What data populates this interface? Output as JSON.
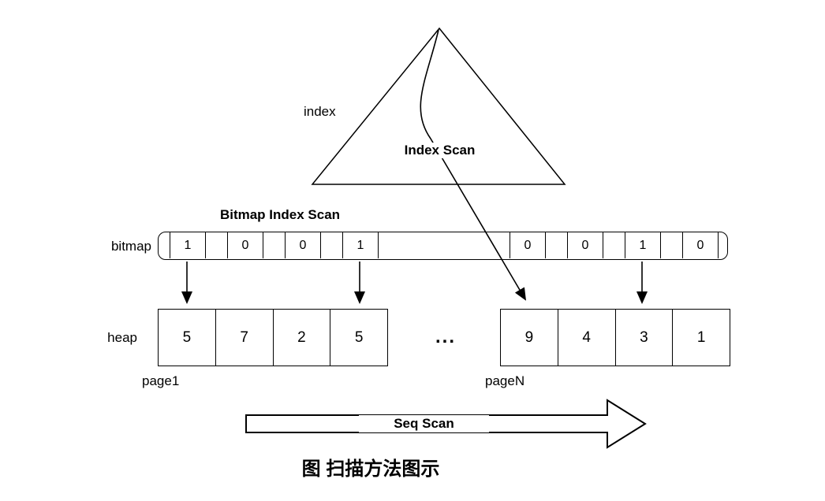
{
  "caption": "图 扫描方法图示",
  "index": {
    "label": "index",
    "scan_label": "Index Scan"
  },
  "bitmap": {
    "label": "bitmap",
    "scan_label": "Bitmap Index Scan",
    "cells": [
      "1",
      "0",
      "0",
      "1",
      "0",
      "0",
      "1",
      "0"
    ]
  },
  "heap": {
    "label": "heap",
    "ellipsis": "...",
    "pages": [
      {
        "name": "page1",
        "cells": [
          "5",
          "7",
          "2",
          "5"
        ]
      },
      {
        "name": "pageN",
        "cells": [
          "9",
          "4",
          "3",
          "1"
        ]
      }
    ]
  },
  "seq_scan": {
    "label": "Seq Scan"
  },
  "colors": {
    "line": "#000000",
    "background": "#ffffff"
  }
}
